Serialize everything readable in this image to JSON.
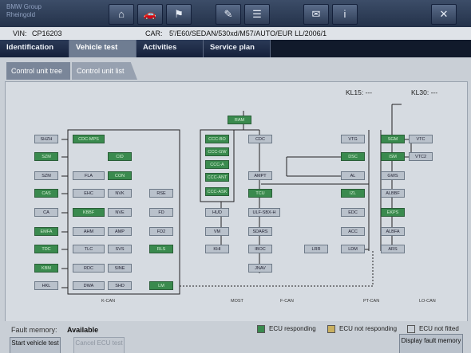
{
  "app": {
    "title_line1": "BMW Group",
    "title_line2": "Rheingold"
  },
  "toolbar": {
    "buttons": [
      {
        "name": "home-icon",
        "glyph": "⌂"
      },
      {
        "name": "car-icon",
        "glyph": "🚗"
      },
      {
        "name": "flag-icon",
        "glyph": "⚑"
      },
      {
        "name": "wrench-icon",
        "glyph": "✎"
      },
      {
        "name": "list-icon",
        "glyph": "☰"
      },
      {
        "name": "mail-icon",
        "glyph": "✉"
      },
      {
        "name": "info-icon",
        "glyph": "i"
      },
      {
        "name": "close-icon",
        "glyph": "✕"
      }
    ]
  },
  "vehicle": {
    "vin_label": "VIN:",
    "vin": "CP16203",
    "car_label": "CAR:",
    "car": "5'/E60/SEDAN/530xd/M57/AUTO/EUR LL/2006/1"
  },
  "tabs": [
    "Identification",
    "Vehicle test",
    "Activities",
    "Service plan"
  ],
  "active_tab": "Vehicle test",
  "subtabs": [
    "Control unit tree",
    "Control unit list"
  ],
  "diagram": {
    "kl15": "KL15: ---",
    "kl30": "KL30: ---",
    "bus_labels": [
      "K-CAN",
      "MOST",
      "F-CAN",
      "PT-CAN",
      "LO-CAN"
    ],
    "ecus": [
      {
        "label": "SHZH",
        "status": "not_fitted"
      },
      {
        "label": "SZM",
        "status": "responding"
      },
      {
        "label": "CDC-MPS",
        "status": "responding"
      },
      {
        "label": "CID",
        "status": "responding"
      },
      {
        "label": "SZM",
        "status": "not_fitted"
      },
      {
        "label": "FLA",
        "status": "not_fitted"
      },
      {
        "label": "CON",
        "status": "responding"
      },
      {
        "label": "CAS",
        "status": "responding"
      },
      {
        "label": "EHC",
        "status": "not_fitted"
      },
      {
        "label": "NVK",
        "status": "not_fitted"
      },
      {
        "label": "RSE",
        "status": "not_fitted"
      },
      {
        "label": "CA",
        "status": "not_fitted"
      },
      {
        "label": "KBBF",
        "status": "responding"
      },
      {
        "label": "NVE",
        "status": "not_fitted"
      },
      {
        "label": "FD",
        "status": "not_fitted"
      },
      {
        "label": "EMFA",
        "status": "responding"
      },
      {
        "label": "AHM",
        "status": "not_fitted"
      },
      {
        "label": "AMP",
        "status": "not_fitted"
      },
      {
        "label": "FD2",
        "status": "not_fitted"
      },
      {
        "label": "TDC",
        "status": "responding"
      },
      {
        "label": "TLC",
        "status": "not_fitted"
      },
      {
        "label": "SVS",
        "status": "not_fitted"
      },
      {
        "label": "RLS",
        "status": "responding"
      },
      {
        "label": "KBM",
        "status": "responding"
      },
      {
        "label": "RDC",
        "status": "not_fitted"
      },
      {
        "label": "SINE",
        "status": "not_fitted"
      },
      {
        "label": "HKL",
        "status": "not_fitted"
      },
      {
        "label": "DWA",
        "status": "not_fitted"
      },
      {
        "label": "SHD",
        "status": "not_fitted"
      },
      {
        "label": "LM",
        "status": "responding"
      },
      {
        "label": "CCC-BO",
        "status": "responding"
      },
      {
        "label": "CCC-GW",
        "status": "responding"
      },
      {
        "label": "CCC-A",
        "status": "responding"
      },
      {
        "label": "CCC-ANT",
        "status": "responding"
      },
      {
        "label": "CCC-ASK",
        "status": "responding"
      },
      {
        "label": "CDC",
        "status": "not_fitted"
      },
      {
        "label": "AMPT",
        "status": "not_fitted"
      },
      {
        "label": "TCU",
        "status": "responding"
      },
      {
        "label": "HUD",
        "status": "not_fitted"
      },
      {
        "label": "ULF-SBX-H",
        "status": "not_fitted"
      },
      {
        "label": "VM",
        "status": "not_fitted"
      },
      {
        "label": "SDARS",
        "status": "not_fitted"
      },
      {
        "label": "KHI",
        "status": "not_fitted"
      },
      {
        "label": "IBOC",
        "status": "not_fitted"
      },
      {
        "label": "JNAV",
        "status": "not_fitted"
      },
      {
        "label": "RAM",
        "status": "responding"
      },
      {
        "label": "VTG",
        "status": "not_fitted"
      },
      {
        "label": "SGM",
        "status": "responding"
      },
      {
        "label": "VTC",
        "status": "not_fitted"
      },
      {
        "label": "DSC",
        "status": "responding"
      },
      {
        "label": "ISM",
        "status": "responding"
      },
      {
        "label": "VTC2",
        "status": "not_fitted"
      },
      {
        "label": "AL",
        "status": "not_fitted"
      },
      {
        "label": "GWS",
        "status": "not_fitted"
      },
      {
        "label": "IZL",
        "status": "responding"
      },
      {
        "label": "ALBBF",
        "status": "not_fitted"
      },
      {
        "label": "EDC",
        "status": "not_fitted"
      },
      {
        "label": "EKPS",
        "status": "responding"
      },
      {
        "label": "ACC",
        "status": "not_fitted"
      },
      {
        "label": "ALBFA",
        "status": "not_fitted"
      },
      {
        "label": "LRR",
        "status": "not_fitted"
      },
      {
        "label": "LDM",
        "status": "not_fitted"
      },
      {
        "label": "ARS",
        "status": "not_fitted"
      }
    ]
  },
  "footer": {
    "fault_memory_label": "Fault memory:",
    "fault_memory_value": "Available",
    "legend": [
      "ECU responding",
      "ECU not responding",
      "ECU not fitted"
    ],
    "start_button": "Start vehicle test",
    "cancel_button": "Cancel ECU test",
    "display_button": "Display fault memory"
  },
  "colors": {
    "responding": "#3a8a4e",
    "not_fitted": "#b9c1cb",
    "not_responding": "#c9b060"
  }
}
